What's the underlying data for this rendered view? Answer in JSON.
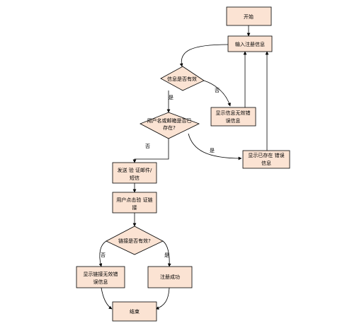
{
  "colors": {
    "node_fill": "#fbe3d3",
    "node_stroke": "#000000",
    "edge_stroke": "#000000",
    "background": "#ffffff"
  },
  "nodes": {
    "start": "开始",
    "input_info": "输入注册信息",
    "info_valid": "信息是否有效",
    "invalid_info_error": [
      "显示信息无效错",
      "误信息"
    ],
    "user_exists": [
      "用户名或邮箱是否已",
      "存在?"
    ],
    "exists_error": [
      "显示已存在 错误",
      "信息"
    ],
    "send_verification": [
      "发送 验 证邮件/",
      "短信"
    ],
    "user_clicks_link": [
      "用户点击验 证链",
      "接"
    ],
    "link_valid": "链接是否有效?",
    "invalid_link_error": [
      "显示链接无效错",
      "误信息"
    ],
    "register_success": "注册成功",
    "end": "结束"
  },
  "edges": {
    "info_valid_yes": "是",
    "info_valid_no": "否",
    "user_exists_yes": "是",
    "user_exists_no": "否",
    "link_valid_no": "否",
    "link_valid_yes": "是"
  }
}
